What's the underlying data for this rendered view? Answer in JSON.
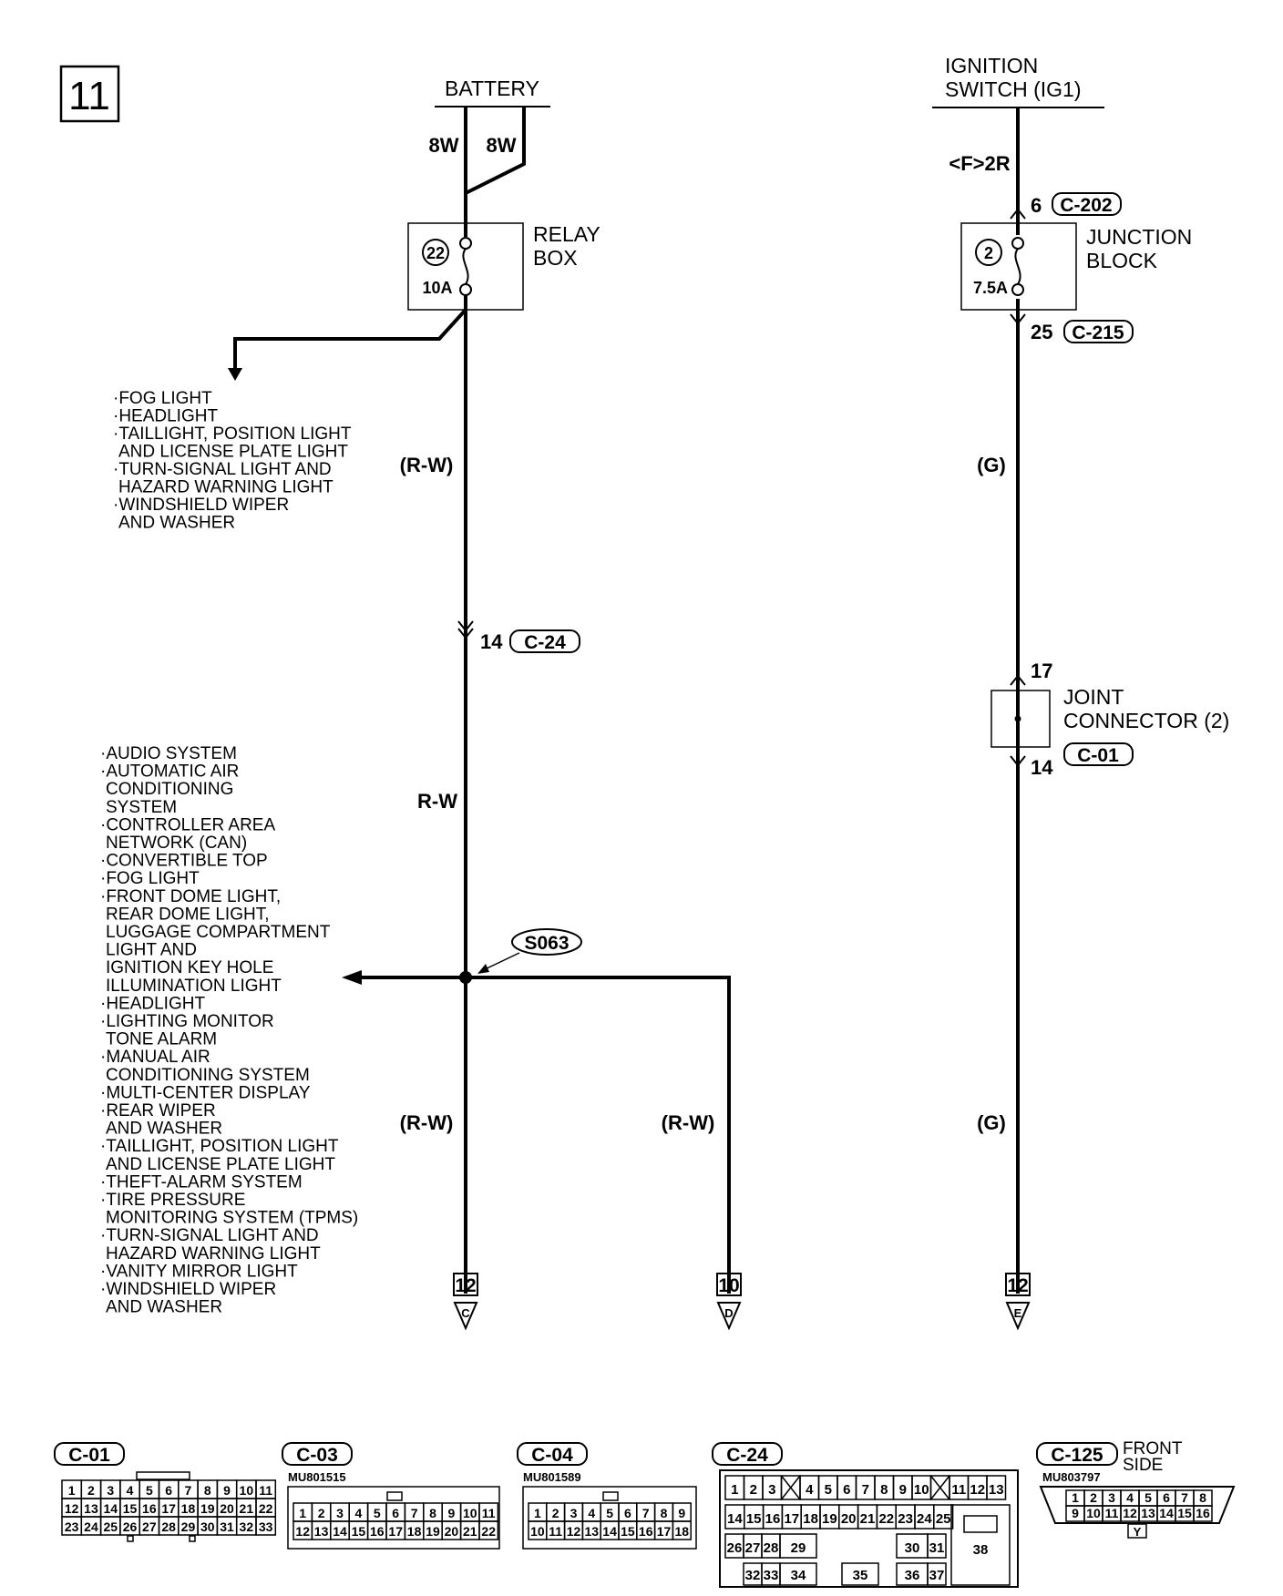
{
  "page_number": "11",
  "battery": {
    "label": "BATTERY",
    "wire_left": "8W",
    "wire_right": "8W"
  },
  "relay_box": {
    "line1": "RELAY",
    "line2": "BOX",
    "fuse_no": "22",
    "fuse_rating": "10A"
  },
  "relay_branch_loads": [
    "·FOG LIGHT",
    "·HEADLIGHT",
    "·TAILLIGHT, POSITION LIGHT",
    " AND LICENSE PLATE LIGHT",
    "·TURN-SIGNAL LIGHT AND",
    " HAZARD WARNING LIGHT",
    "·WINDSHIELD WIPER",
    " AND WASHER"
  ],
  "ignition": {
    "line1": "IGNITION",
    "line2": "SWITCH (IG1)",
    "wire": "<F>2R"
  },
  "junction_block": {
    "line1": "JUNCTION",
    "line2": "BLOCK",
    "fuse_no": "2",
    "fuse_rating": "7.5A",
    "in_pin": "6",
    "in_connector": "C-202",
    "out_pin": "25",
    "out_connector": "C-215"
  },
  "joint_connector": {
    "line1": "JOINT",
    "line2": "CONNECTOR (2)",
    "in_pin": "17",
    "out_pin": "14",
    "connector": "C-01"
  },
  "wires": {
    "rw_upper": "(R-W)",
    "rw_mid": "R-W",
    "rw_lower": "(R-W)",
    "rw_branch": "(R-W)",
    "g_upper": "(G)",
    "g_lower": "(G)"
  },
  "c24_pin": {
    "pin": "14",
    "connector": "C-24"
  },
  "splice": {
    "label": "S063"
  },
  "splice_loads": [
    "·AUDIO SYSTEM",
    "·AUTOMATIC AIR",
    " CONDITIONING",
    " SYSTEM",
    "·CONTROLLER AREA",
    " NETWORK (CAN)",
    "·CONVERTIBLE TOP",
    "·FOG LIGHT",
    "·FRONT DOME LIGHT,",
    " REAR DOME LIGHT,",
    " LUGGAGE COMPARTMENT",
    " LIGHT AND",
    " IGNITION KEY HOLE",
    " ILLUMINATION LIGHT",
    "·HEADLIGHT",
    "·LIGHTING MONITOR",
    " TONE ALARM",
    "·MANUAL AIR",
    " CONDITIONING SYSTEM",
    "·MULTI-CENTER DISPLAY",
    "·REAR WIPER",
    " AND WASHER",
    "·TAILLIGHT, POSITION LIGHT",
    " AND LICENSE PLATE LIGHT",
    "·THEFT-ALARM SYSTEM",
    "·TIRE PRESSURE",
    " MONITORING SYSTEM (TPMS)",
    "·TURN-SIGNAL LIGHT AND",
    " HAZARD WARNING LIGHT",
    "·VANITY MIRROR LIGHT",
    "·WINDSHIELD WIPER",
    " AND WASHER"
  ],
  "terminals": [
    {
      "page": "12",
      "letter": "C"
    },
    {
      "page": "10",
      "letter": "D"
    },
    {
      "page": "12",
      "letter": "E"
    }
  ],
  "connectors": {
    "c01": {
      "label": "C-01",
      "rows": [
        [
          "1",
          "2",
          "3",
          "4",
          "5",
          "6",
          "7",
          "8",
          "9",
          "10",
          "11"
        ],
        [
          "12",
          "13",
          "14",
          "15",
          "16",
          "17",
          "18",
          "19",
          "20",
          "21",
          "22"
        ],
        [
          "23",
          "24",
          "25",
          "26",
          "27",
          "28",
          "29",
          "30",
          "31",
          "32",
          "33"
        ]
      ]
    },
    "c03": {
      "label": "C-03",
      "part": "MU801515",
      "rows": [
        [
          "1",
          "2",
          "3",
          "4",
          "5",
          "6",
          "7",
          "8",
          "9",
          "10",
          "11"
        ],
        [
          "12",
          "13",
          "14",
          "15",
          "16",
          "17",
          "18",
          "19",
          "20",
          "21",
          "22"
        ]
      ]
    },
    "c04": {
      "label": "C-04",
      "part": "MU801589",
      "rows": [
        [
          "1",
          "2",
          "3",
          "4",
          "5",
          "6",
          "7",
          "8",
          "9"
        ],
        [
          "10",
          "11",
          "12",
          "13",
          "14",
          "15",
          "16",
          "17",
          "18"
        ]
      ]
    },
    "c24": {
      "label": "C-24",
      "row1": [
        "1",
        "2",
        "3",
        "",
        "4",
        "5",
        "6",
        "7",
        "8",
        "9",
        "10",
        "",
        "11",
        "12",
        "13"
      ],
      "row2": [
        "14",
        "15",
        "16",
        "17",
        "18",
        "19",
        "20",
        "21",
        "22",
        "23",
        "24",
        "25"
      ],
      "row3": [
        "26",
        "27",
        "28",
        "29",
        "30",
        "31"
      ],
      "row4": [
        "32",
        "33",
        "34",
        "35",
        "36",
        "37"
      ],
      "big": "38"
    },
    "c125": {
      "label": "C-125",
      "side_line1": "FRONT",
      "side_line2": "SIDE",
      "part": "MU803797",
      "rows": [
        [
          "1",
          "2",
          "3",
          "4",
          "5",
          "6",
          "7",
          "8"
        ],
        [
          "9",
          "10",
          "11",
          "12",
          "13",
          "14",
          "15",
          "16"
        ]
      ],
      "key": "Y"
    }
  }
}
